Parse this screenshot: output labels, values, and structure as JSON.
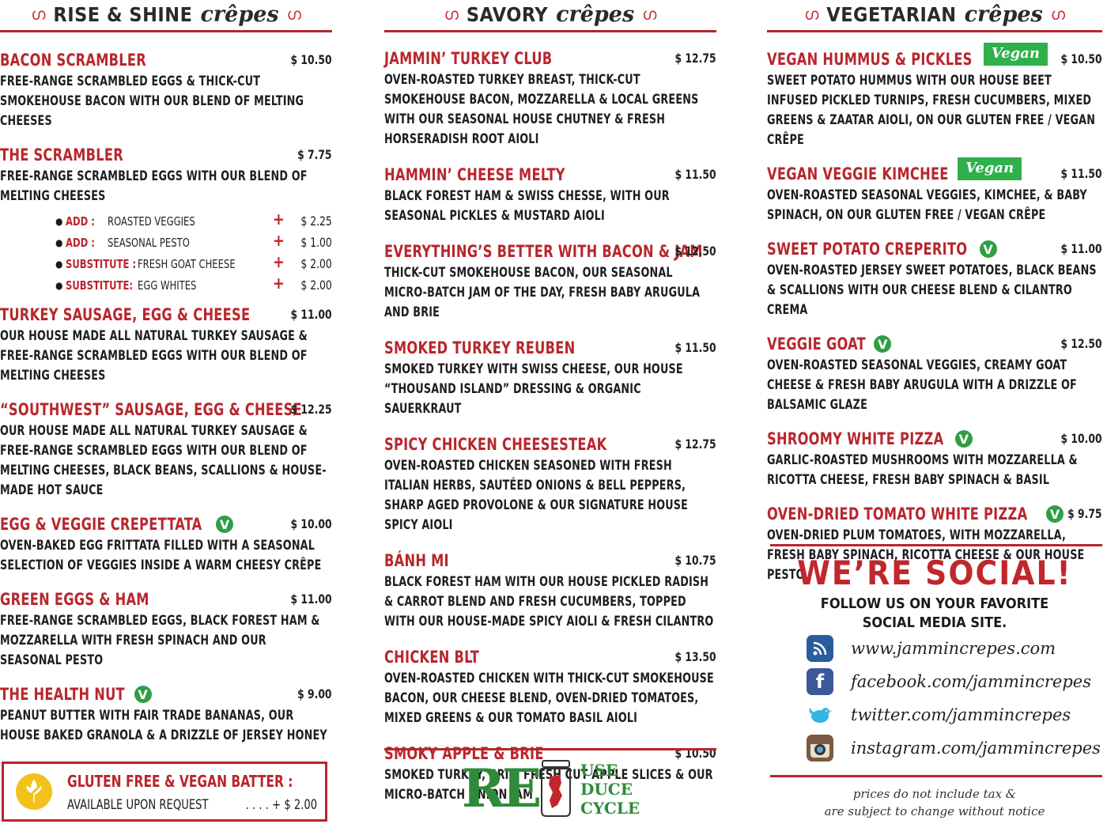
{
  "columns": {
    "rise": {
      "title_main": "RISE & SHINE",
      "title_script": "crêpes"
    },
    "savory": {
      "title_main": "SAVORY",
      "title_script": "crêpes"
    },
    "veg": {
      "title_main": "VEGETARIAN",
      "title_script": "crêpes"
    }
  },
  "rise_items": [
    {
      "name": "BACON SCRAMBLER",
      "price": "$ 10.50",
      "desc": "FREE-RANGE SCRAMBLED EGGS & THICK-CUT SMOKEHOUSE BACON WITH OUR BLEND OF MELTING CHEESES"
    },
    {
      "name": "THE SCRAMBLER",
      "price": "$ 7.75",
      "desc": "FREE-RANGE SCRAMBLED EGGS WITH OUR BLEND OF MELTING CHEESES"
    },
    {
      "name": "TURKEY SAUSAGE, EGG & CHEESE",
      "price": "$ 11.00",
      "desc": "OUR HOUSE MADE ALL NATURAL TURKEY SAUSAGE & FREE-RANGE SCRAMBLED EGGS WITH OUR BLEND OF MELTING CHEESES"
    },
    {
      "name": "“SOUTHWEST” SAUSAGE, EGG & CHEESE",
      "price": "$ 12.25",
      "desc": "OUR HOUSE MADE ALL NATURAL TURKEY SAUSAGE & FREE-RANGE SCRAMBLED EGGS WITH OUR BLEND OF MELTING CHEESES, BLACK BEANS, SCALLIONS & HOUSE-MADE HOT SAUCE"
    },
    {
      "name": "EGG & VEGGIE CREPETTATA",
      "price": "$ 10.00",
      "badge": "V",
      "desc": "OVEN-BAKED EGG FRITTATA FILLED WITH A SEASONAL SELECTION OF VEGGIES INSIDE A WARM CHEESY CRÊPE"
    },
    {
      "name": "GREEN EGGS & HAM",
      "price": "$ 11.00",
      "desc": "FREE-RANGE SCRAMBLED EGGS, BLACK FOREST HAM & MOZZARELLA WITH FRESH SPINACH AND OUR SEASONAL PESTO"
    },
    {
      "name": "THE HEALTH NUT",
      "price": "$ 9.00",
      "badge": "V",
      "desc": "PEANUT BUTTER WITH FAIR TRADE BANANAS, OUR HOUSE BAKED GRANOLA & A DRIZZLE OF JERSEY HONEY"
    }
  ],
  "addons": [
    {
      "key": "ADD :",
      "value": "ROASTED VEGGIES",
      "price": "$ 2.25"
    },
    {
      "key": "ADD :",
      "value": "SEASONAL PESTO",
      "price": "$ 1.00"
    },
    {
      "key": "SUBSTITUTE :",
      "value": "FRESH GOAT CHEESE",
      "price": "$ 2.00"
    },
    {
      "key": "SUBSTITUTE:",
      "value": "EGG WHITES",
      "price": "$ 2.00"
    }
  ],
  "plus_sign": "+",
  "gluten_free": {
    "title": "GLUTEN FREE & VEGAN BATTER :",
    "subtitle": "AVAILABLE UPON REQUEST",
    "price": ". . . . + $ 2.00"
  },
  "savory_items": [
    {
      "name": "JAMMIN’ TURKEY CLUB",
      "price": "$ 12.75",
      "desc": "OVEN-ROASTED TURKEY BREAST, THICK-CUT SMOKEHOUSE BACON, MOZZARELLA & LOCAL GREENS WITH OUR SEASONAL HOUSE CHUTNEY & FRESH HORSERADISH ROOT AIOLI"
    },
    {
      "name": "HAMMIN’ CHEESE MELTY",
      "price": "$ 11.50",
      "desc": "BLACK FOREST HAM & SWISS CHESSE, WITH OUR SEASONAL PICKLES & MUSTARD AIOLI"
    },
    {
      "name": "EVERYTHING’S BETTER WITH BACON & JAM",
      "price": "$ 12.50",
      "desc": "THICK-CUT SMOKEHOUSE BACON, OUR SEASONAL MICRO-BATCH JAM OF THE DAY, FRESH BABY ARUGULA AND BRIE"
    },
    {
      "name": "SMOKED TURKEY REUBEN",
      "price": "$ 11.50",
      "desc": "SMOKED TURKEY WITH SWISS CHEESE, OUR HOUSE “THOUSAND ISLAND” DRESSING & ORGANIC SAUERKRAUT"
    },
    {
      "name": "SPICY CHICKEN CHEESESTEAK",
      "price": "$ 12.75",
      "desc": "OVEN-ROASTED CHICKEN SEASONED WITH FRESH ITALIAN HERBS, SAUTÉED ONIONS & BELL PEPPERS, SHARP AGED PROVOLONE & OUR SIGNATURE HOUSE SPICY AIOLI"
    },
    {
      "name": "BÁNH MI",
      "price": "$ 10.75",
      "desc": "BLACK FOREST HAM WITH OUR HOUSE PICKLED RADISH & CARROT BLEND AND FRESH CUCUMBERS, TOPPED WITH OUR HOUSE-MADE SPICY AIOLI & FRESH CILANTRO"
    },
    {
      "name": "CHICKEN BLT",
      "price": "$ 13.50",
      "desc": "OVEN-ROASTED CHICKEN WITH THICK-CUT SMOKEHOUSE BACON, OUR CHEESE BLEND, OVEN-DRIED TOMATOES, MIXED GREENS & OUR TOMATO BASIL AIOLI"
    },
    {
      "name": "SMOKY APPLE & BRIE",
      "price": "$ 10.50",
      "desc": "SMOKED TURKEY, BRIE, FRESH CUT APPLE SLICES & OUR MICRO-BATCH ONION JAM"
    }
  ],
  "logo": {
    "mark": "RE",
    "words": [
      "USE",
      "DUCE",
      "CYCLE"
    ]
  },
  "veg_items": [
    {
      "name": "VEGAN HUMMUS & PICKLES",
      "price": "$ 10.50",
      "vegan": "Vegan",
      "desc": "SWEET POTATO HUMMUS WITH OUR HOUSE BEET INFUSED PICKLED TURNIPS, FRESH CUCUMBERS, MIXED GREENS & ZAATAR AIOLI, ON OUR GLUTEN FREE / VEGAN CRÊPE"
    },
    {
      "name": "VEGAN VEGGIE KIMCHEE",
      "price": "$ 11.50",
      "vegan": "Vegan",
      "desc": "OVEN-ROASTED SEASONAL VEGGIES, KIMCHEE, & BABY SPINACH, ON OUR GLUTEN FREE / VEGAN CRÊPE"
    },
    {
      "name": "SWEET POTATO CREPERITO",
      "price": "$ 11.00",
      "badge": "V",
      "desc": "OVEN-ROASTED JERSEY SWEET POTATOES, BLACK BEANS & SCALLIONS WITH OUR CHEESE BLEND & CILANTRO CREMA"
    },
    {
      "name": "VEGGIE GOAT",
      "price": "$ 12.50",
      "badge": "V",
      "desc": "OVEN-ROASTED SEASONAL VEGGIES, CREAMY GOAT CHEESE & FRESH BABY ARUGULA WITH A DRIZZLE OF BALSAMIC GLAZE"
    },
    {
      "name": "SHROOMY WHITE PIZZA",
      "price": "$ 10.00",
      "badge": "V",
      "desc": "GARLIC-ROASTED MUSHROOMS WITH MOZZARELLA & RICOTTA CHEESE, FRESH BABY SPINACH & BASIL"
    },
    {
      "name": "OVEN-DRIED TOMATO WHITE PIZZA",
      "price": "$ 9.75",
      "badge": "V",
      "desc": "OVEN-DRIED PLUM TOMATOES, WITH MOZZARELLA, FRESH BABY SPINACH, RICOTTA CHEESE & OUR HOUSE PESTO"
    }
  ],
  "social": {
    "title": "WE’RE SOCIAL!",
    "subtitle_line1": "FOLLOW US ON YOUR FAVORITE",
    "subtitle_line2": "SOCIAL MEDIA SITE.",
    "links": [
      {
        "icon": "rss-icon",
        "text": "www.jammincrepes.com"
      },
      {
        "icon": "facebook-icon",
        "text": "facebook.com/jammincrepes"
      },
      {
        "icon": "twitter-icon",
        "text": "twitter.com/jammincrepes"
      },
      {
        "icon": "instagram-icon",
        "text": "instagram.com/jammincrepes"
      }
    ]
  },
  "disclaimer_line1": "prices do not include tax &",
  "disclaimer_line2": "are subject to change without notice",
  "colors": {
    "accent_red": "#b8262c",
    "veg_green": "#2f9e44",
    "gf_yellow": "#f2c11a"
  }
}
